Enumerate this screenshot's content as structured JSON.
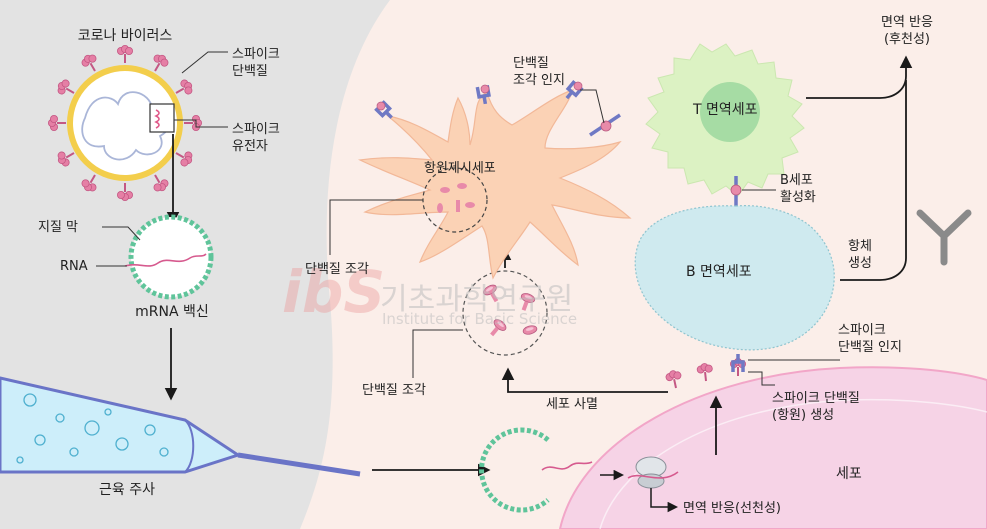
{
  "labels": {
    "corona_virus": "코로나 바이러스",
    "spike_protein": "스파이크\n단백질",
    "spike_gene": "스파이크\n유전자",
    "lipid_membrane": "지질 막",
    "rna": "RNA",
    "mrna_vaccine": "mRNA 백신",
    "muscle_injection": "근육 주사",
    "protein_fragment_recognition": "단백질\n조각 인지",
    "antigen_presenting_cell": "항원제시세포",
    "protein_fragment_left": "단백질 조각",
    "protein_fragment_bottom": "단백질 조각",
    "t_cell": "T 면역세포",
    "b_cell": "B 면역세포",
    "b_cell_activation": "B세포\n활성화",
    "antibody_production": "항체\n생성",
    "immune_response_adaptive": "면역 반응\n(후천성)",
    "spike_recognition": "스파이크\n단백질 인지",
    "spike_antigen_production": "스파이크 단백질\n(항원) 생성",
    "cell_death": "세포 사멸",
    "cell": "세포",
    "immune_response_innate": "면역 반응(선천성)"
  },
  "watermark": {
    "logo": "ibS",
    "korean": "기초과학연구원",
    "english": "Institute for Basic Science"
  },
  "colors": {
    "left_panel": "#e3e3e3",
    "right_panel": "#fbeee9",
    "cell_body": "#f6d3e6",
    "apc": "#fbd2b5",
    "t_cell": "#dcf2c3",
    "t_nucleus": "#a6dca4",
    "b_cell": "#cfeaef",
    "virus_envelope": "#f3ce4c",
    "spike": "#e07fa3",
    "vaccine_bead": "#5fc49a",
    "receptor": "#6f79c4",
    "arrow": "#1a1a1a"
  }
}
